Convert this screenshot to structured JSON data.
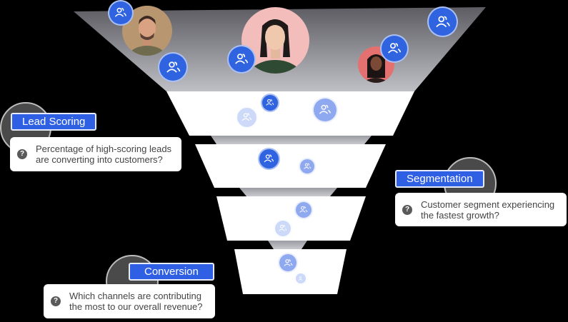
{
  "callouts": {
    "lead_scoring": {
      "label": "Lead Scoring",
      "line1": "Percentage of high-scoring leads",
      "line2": "are converting into customers?"
    },
    "segmentation": {
      "label": "Segmentation",
      "line1": "Customer segment experiencing",
      "line2": "the fastest growth?"
    },
    "conversion": {
      "label": "Conversion",
      "line1": "Which channels are contributing",
      "line2": "the most to our overall revenue?"
    }
  },
  "help_icon_glyph": "?",
  "colors": {
    "tag_blue": "#2f5fe3",
    "bubble_blue": "#2f63e0",
    "funnel_top_gray": "#6e6e74",
    "card_white": "#ffffff",
    "background": "#000000"
  },
  "icons": {
    "bubble": "user-group-icon",
    "help": "question-circle-icon"
  }
}
